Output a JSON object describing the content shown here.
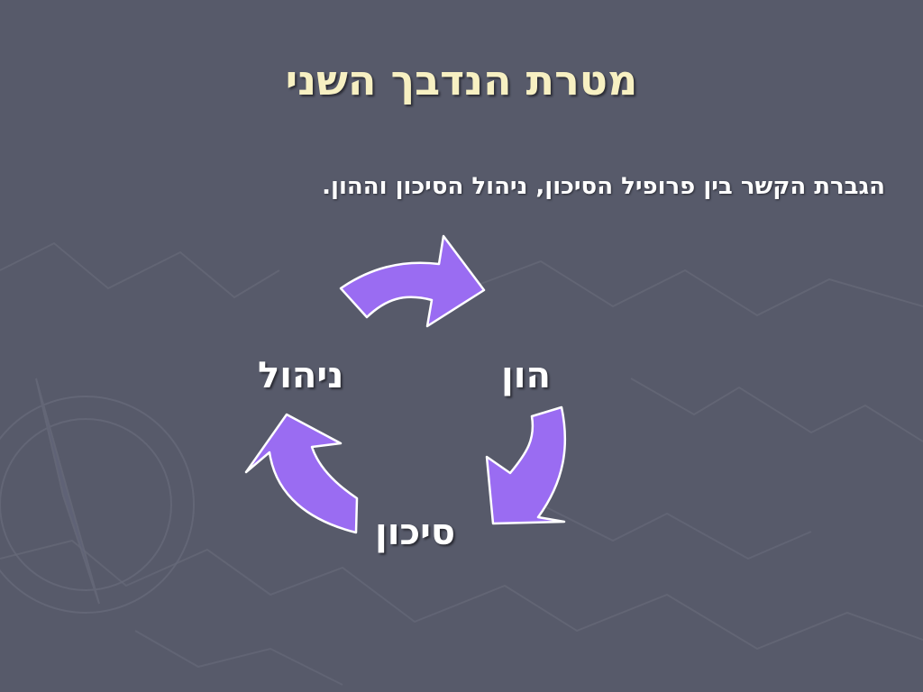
{
  "slide": {
    "title": "מטרת הנדבך השני",
    "subtitle": "הגברת הקשר בין פרופיל הסיכון, ניהול הסיכון  וההון."
  },
  "cycle": {
    "nodes": {
      "capital": "הון",
      "management": "ניהול",
      "risk": "סיכון"
    },
    "arrow_color": "#9a6cf2",
    "arrow_outline": "#ffffff"
  },
  "theme": {
    "background": "#575a6a",
    "title_color": "#f7f0c2",
    "text_color": "#ffffff"
  }
}
